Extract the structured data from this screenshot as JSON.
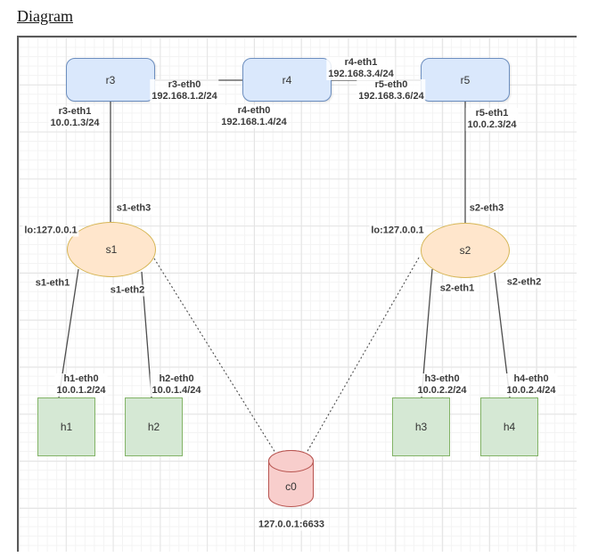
{
  "title": "Diagram",
  "colors": {
    "router_fill": "#dae8fc",
    "router_stroke": "#6c8ebf",
    "switch_fill": "#ffe6cc",
    "switch_stroke": "#d6b656",
    "host_fill": "#d5e8d4",
    "host_stroke": "#82b366",
    "controller_fill": "#f8cecc",
    "controller_stroke": "#b85450",
    "edge_color": "#4d4d4d"
  },
  "nodes": {
    "r3": {
      "label": "r3"
    },
    "r4": {
      "label": "r4"
    },
    "r5": {
      "label": "r5"
    },
    "s1": {
      "label": "s1"
    },
    "s2": {
      "label": "s2"
    },
    "h1": {
      "label": "h1"
    },
    "h2": {
      "label": "h2"
    },
    "h3": {
      "label": "h3"
    },
    "h4": {
      "label": "h4"
    },
    "c0": {
      "label": "c0"
    }
  },
  "labels": {
    "r3_eth0": {
      "l1": "r3-eth0",
      "l2": "192.168.1.2/24"
    },
    "r3_eth1": {
      "l1": "r3-eth1",
      "l2": "10.0.1.3/24"
    },
    "r4_eth0": {
      "l1": "r4-eth0",
      "l2": "192.168.1.4/24"
    },
    "r4_eth1": {
      "l1": "r4-eth1",
      "l2": "192.168.3.4/24"
    },
    "r5_eth0": {
      "l1": "r5-eth0",
      "l2": "192.168.3.6/24"
    },
    "r5_eth1": {
      "l1": "r5-eth1",
      "l2": "10.0.2.3/24"
    },
    "s1_eth3": {
      "l1": "s1-eth3"
    },
    "s1_lo": {
      "l1": "lo:127.0.0.1"
    },
    "s1_eth1": {
      "l1": "s1-eth1"
    },
    "s1_eth2": {
      "l1": "s1-eth2"
    },
    "s2_eth3": {
      "l1": "s2-eth3"
    },
    "s2_lo": {
      "l1": "lo:127.0.0.1"
    },
    "s2_eth1": {
      "l1": "s2-eth1"
    },
    "s2_eth2": {
      "l1": "s2-eth2"
    },
    "h1_eth0": {
      "l1": "h1-eth0",
      "l2": "10.0.1.2/24"
    },
    "h2_eth0": {
      "l1": "h2-eth0",
      "l2": "10.0.1.4/24"
    },
    "h3_eth0": {
      "l1": "h3-eth0",
      "l2": "10.0.2.2/24"
    },
    "h4_eth0": {
      "l1": "h4-eth0",
      "l2": "10.0.2.4/24"
    },
    "c0_addr": {
      "l1": "127.0.0.1:6633"
    }
  }
}
